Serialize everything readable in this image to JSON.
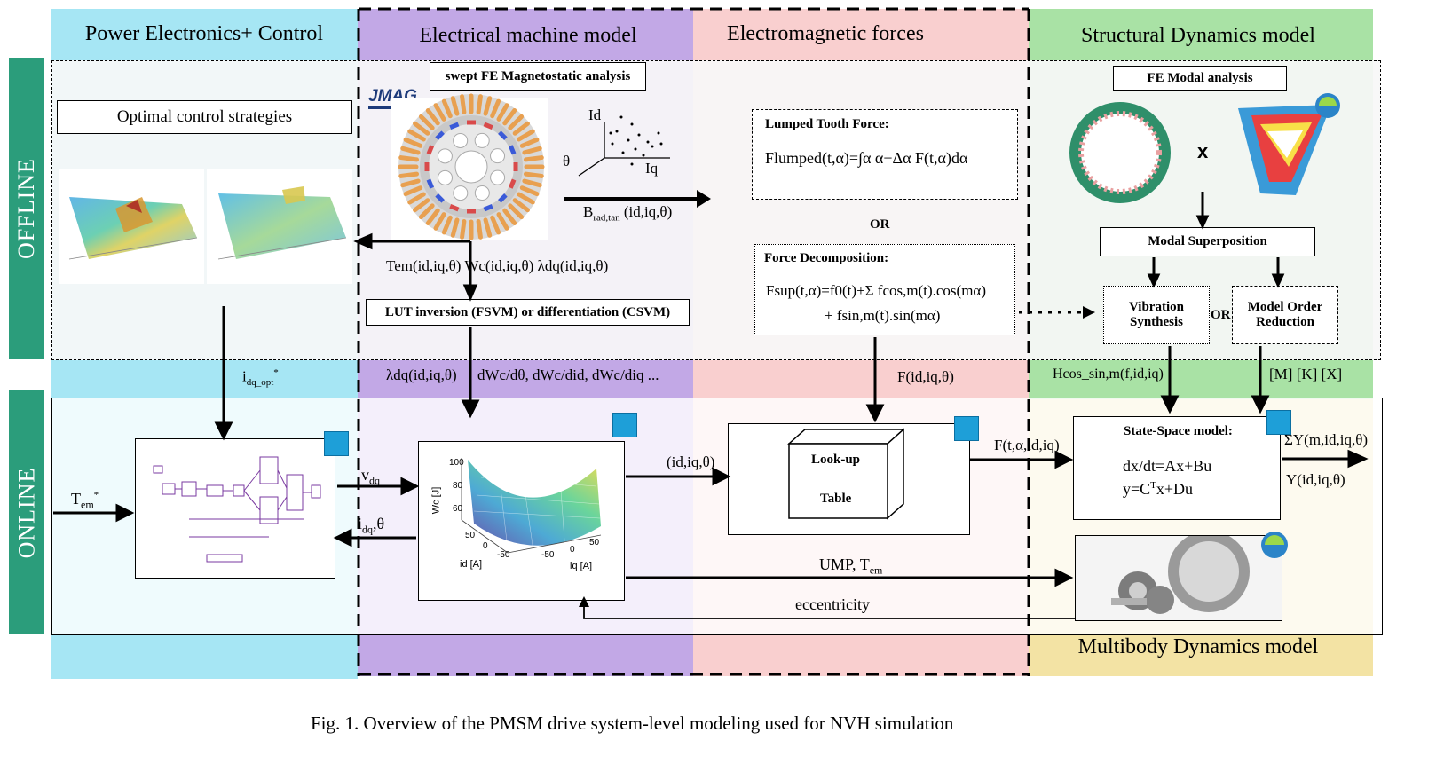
{
  "columns": {
    "power": "Power Electronics+ Control",
    "electrical": "Electrical machine model",
    "em_forces": "Electromagnetic forces",
    "structural": "Structural Dynamics model",
    "multibody": "Multibody Dynamics model"
  },
  "side": {
    "offline": "OFFLINE",
    "online": "ONLINE"
  },
  "offline": {
    "optimal_control": "Optimal control strategies",
    "swept_fe": "swept FE Magnetostatic analysis",
    "jmag": "JMAG",
    "axis_id": "Id",
    "axis_theta": "θ",
    "axis_iq": "Iq",
    "b_rad": "B",
    "b_rad_sub": "rad,tan",
    "b_rad_args": " (id,iq,θ)",
    "maps_line": "Tem(id,iq,θ)  Wc(id,iq,θ)  λdq(id,iq,θ)",
    "lut": "LUT inversion (FSVM) or differentiation (CSVM)",
    "lumped_title": "Lumped Tooth Force:",
    "lumped_eq": "Flumped(t,α)=∫α α+Δα F(t,α)dα",
    "or": "OR",
    "decomp_title": "Force Decomposition:",
    "decomp_eq1": "Fsup(t,α)=f0(t)+Σ fcos,m(t).cos(mα)",
    "decomp_eq2": "+ fsin,m(t).sin(mα)",
    "fe_modal": "FE Modal analysis",
    "times": "x",
    "modal_sup": "Modal Superposition",
    "vib_synth": "Vibration Synthesis",
    "or_small": "OR",
    "mor": "Model Order Reduction"
  },
  "interface": {
    "idq_opt": "idq_opt*",
    "lambda": "λdq(id,iq,θ)",
    "derivs": "dWc/dθ, dWc/did, dWc/diq ...",
    "f_idiq": "F(id,iq,θ)",
    "h_cos": "Hcos_sin,m(f,id,iq)",
    "mkx": "[M] [K] [X]"
  },
  "online": {
    "tem_star": "Tem*",
    "vdq": "vdq",
    "idq_theta": "idq,θ",
    "id_iq_theta": "(id,iq,θ)",
    "lookup1": "Look-up",
    "lookup2": "Table",
    "f_t": "F(t,α,id,iq)",
    "ss_title": "State-Space model:",
    "ss_eq1": "dx/dt=Ax+Bu",
    "ss_eq2": "y=CTx+Du",
    "sum_y": "ΣY(m,id,iq,θ)",
    "y_out": "Y(id,iq,θ)",
    "ump": "UMP, Tem",
    "ecc": "eccentricity",
    "wc_ylabel": "Wc [J]",
    "wc_ticks_z": [
      "100",
      "80",
      "60"
    ],
    "wc_xlabel_id": "id [A]",
    "wc_xlabel_iq": "iq [A]",
    "wc_ticks_id": [
      "50",
      "0",
      "-50"
    ],
    "wc_ticks_iq": [
      "-50",
      "0",
      "50"
    ]
  },
  "caption": "Fig. 1.  Overview of the PMSM drive system-level modeling used for NVH simulation",
  "colors": {
    "power_bg": "#a6e6f4",
    "elec_bg": "#c2a8e6",
    "em_bg": "#f9cfcf",
    "struct_bg": "#a9e2a5",
    "multibody_bg": "#f3e3a4",
    "side_bg": "#2b9d7b"
  }
}
